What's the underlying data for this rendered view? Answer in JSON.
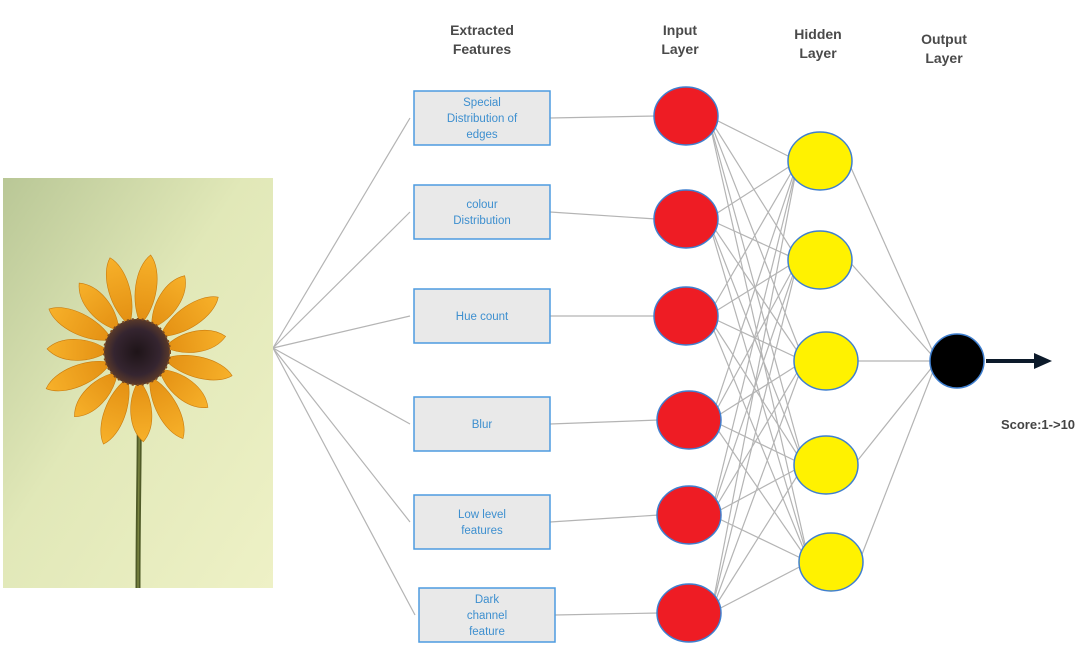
{
  "headers": {
    "extracted_features": [
      "Extracted",
      "Features"
    ],
    "input_layer": [
      "Input",
      "Layer"
    ],
    "hidden_layer": [
      "Hidden",
      "Layer"
    ],
    "output_layer": [
      "Output",
      "Layer"
    ]
  },
  "features": [
    {
      "lines": [
        "Special",
        "Distribution of",
        "edges"
      ]
    },
    {
      "lines": [
        "colour",
        "Distribution"
      ]
    },
    {
      "lines": [
        "Hue count"
      ]
    },
    {
      "lines": [
        "Blur"
      ]
    },
    {
      "lines": [
        "Low level",
        "features"
      ]
    },
    {
      "lines": [
        "Dark",
        "channel",
        "feature"
      ]
    }
  ],
  "input_nodes": 6,
  "hidden_nodes": 5,
  "output_nodes": 1,
  "score_label": "Score:1->10",
  "colors": {
    "input_node": "#ee1c24",
    "hidden_node": "#fff200",
    "output_node": "#000000",
    "node_stroke": "#3f7fcf",
    "feature_box_fill": "#e9e9e9",
    "feature_box_stroke": "#4d9be0",
    "feature_text": "#3d8fcf",
    "links": "#b4b4b4",
    "photo_background": "#dfe6b8",
    "petals": "#f2a51a",
    "flower_center": "#2e1f28",
    "stem": "#4f5a28"
  },
  "photo": {
    "subject": "sunflower"
  }
}
